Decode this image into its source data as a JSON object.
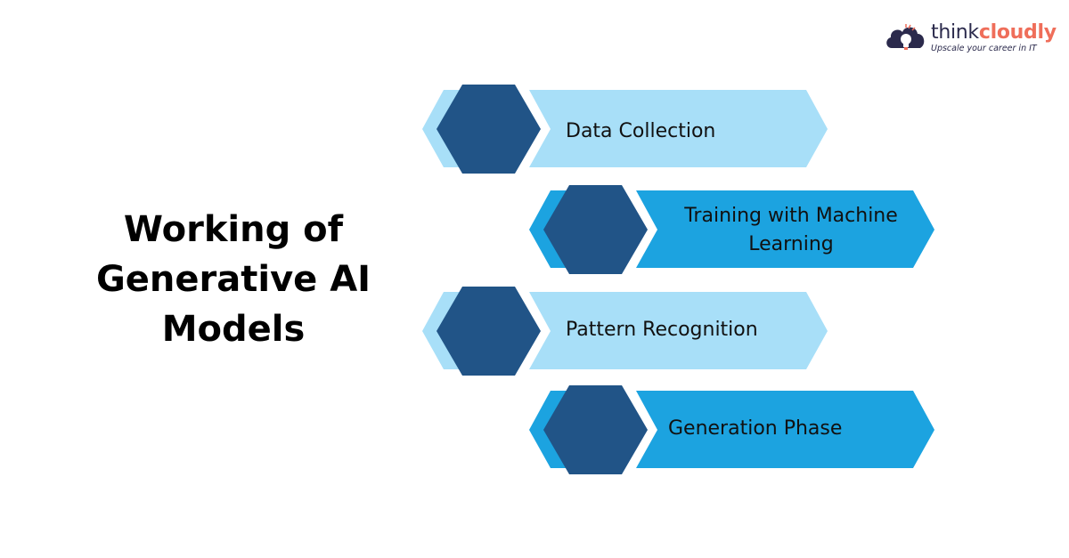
{
  "logo": {
    "brand_part1": "think",
    "brand_part2": "cloudly",
    "tagline": "Upscale your career in IT"
  },
  "title": "Working of Generative AI Models",
  "steps": [
    {
      "label": "Data Collection",
      "style": "light"
    },
    {
      "label": "Training with Machine Learning",
      "style": "medium"
    },
    {
      "label": "Pattern Recognition",
      "style": "light"
    },
    {
      "label": "Generation Phase",
      "style": "medium"
    }
  ],
  "colors": {
    "light": "#a8dff8",
    "medium": "#1ca3e0",
    "hex": "#215487",
    "accent": "#ef6e5a",
    "brand_dark": "#2b2a4c"
  }
}
